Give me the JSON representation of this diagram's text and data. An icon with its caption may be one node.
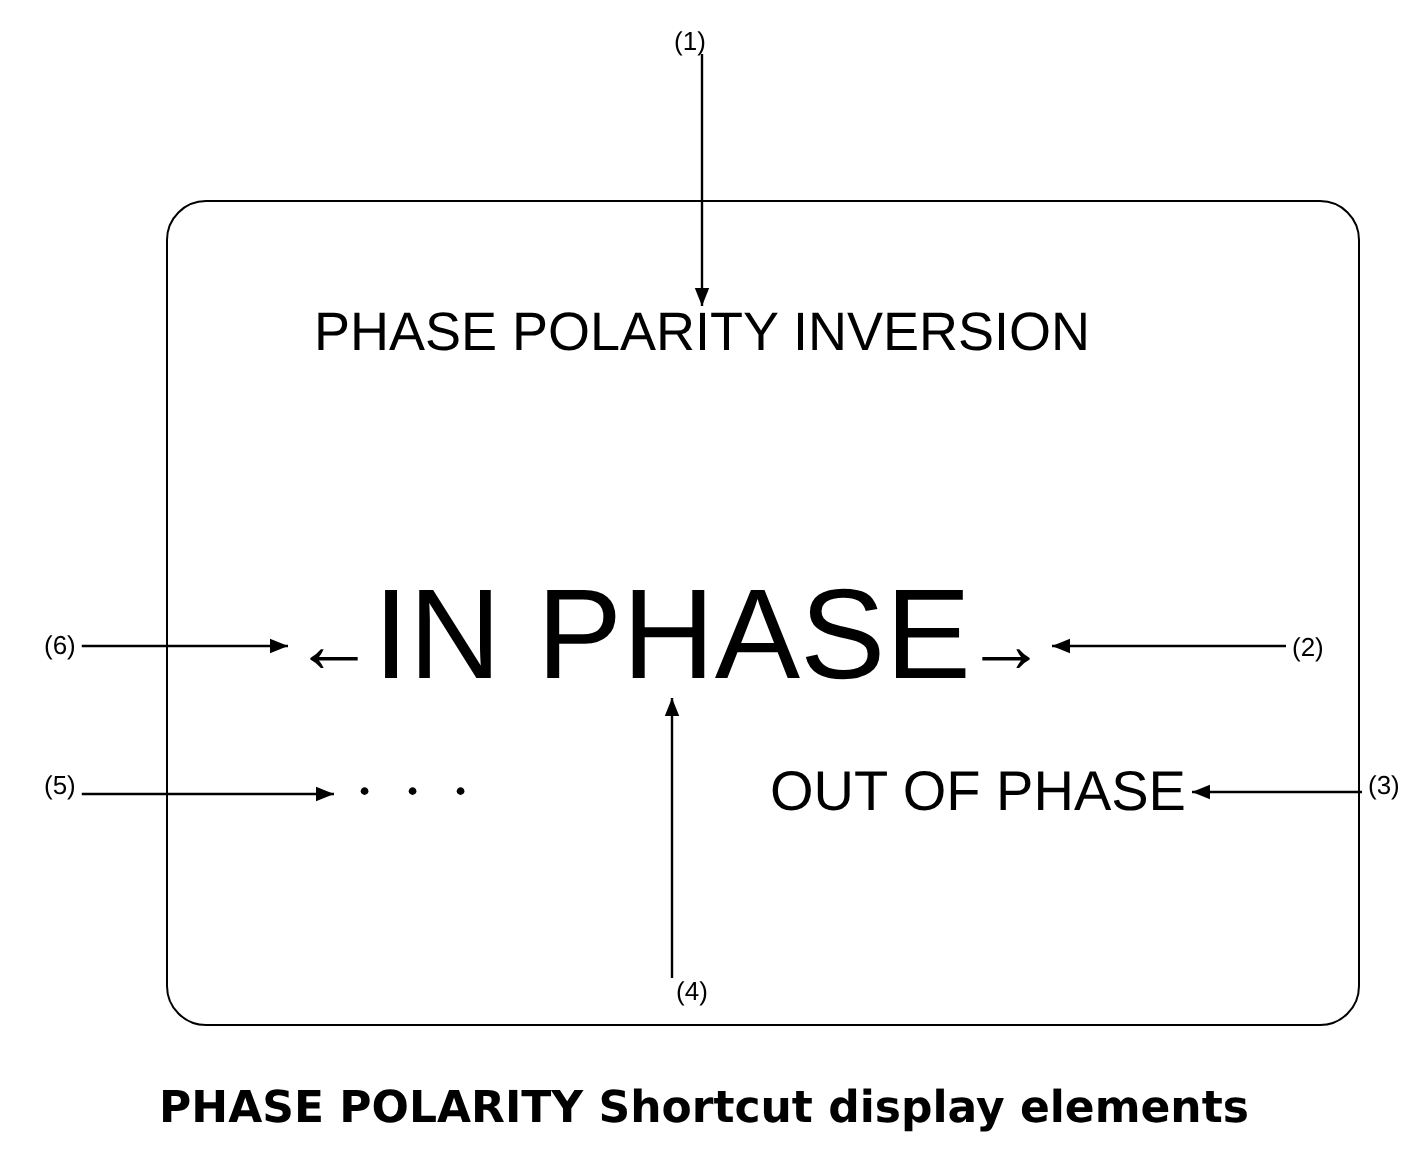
{
  "diagram": {
    "caption": "PHASE POLARITY Shortcut display elements",
    "nodes": [
      {
        "text": [],
        "shape": "box"
      },
      {
        "text": [
          "PHASE POLARITY INVERSION"
        ],
        "in": 0
      },
      {
        "text": [
          "←"
        ],
        "in": 0
      },
      {
        "text": [
          "IN PHASE"
        ],
        "in": 0
      },
      {
        "text": [
          "→"
        ],
        "in": 0
      },
      {
        "text": [
          "・・・"
        ],
        "in": 0
      },
      {
        "text": [
          "OUT OF PHASE"
        ],
        "in": 0
      },
      {
        "text": [
          "(1)"
        ]
      },
      {
        "text": [
          "(2)"
        ],
        "in": 0
      },
      {
        "text": [
          "(3)"
        ]
      },
      {
        "text": [
          "(4)"
        ],
        "in": 0
      },
      {
        "text": [
          "(5)"
        ]
      },
      {
        "text": [
          "(6)"
        ]
      }
    ],
    "edges": [
      {
        "from": 7,
        "to": 1,
        "arrow": "to"
      },
      {
        "from": 8,
        "to": 4,
        "arrow": "to"
      },
      {
        "from": 9,
        "to": 6,
        "arrow": "to"
      },
      {
        "from": 10,
        "to": 3,
        "arrow": "to"
      },
      {
        "from": 11,
        "to": 5,
        "arrow": "to"
      },
      {
        "from": 12,
        "to": 2,
        "arrow": "to"
      }
    ]
  }
}
